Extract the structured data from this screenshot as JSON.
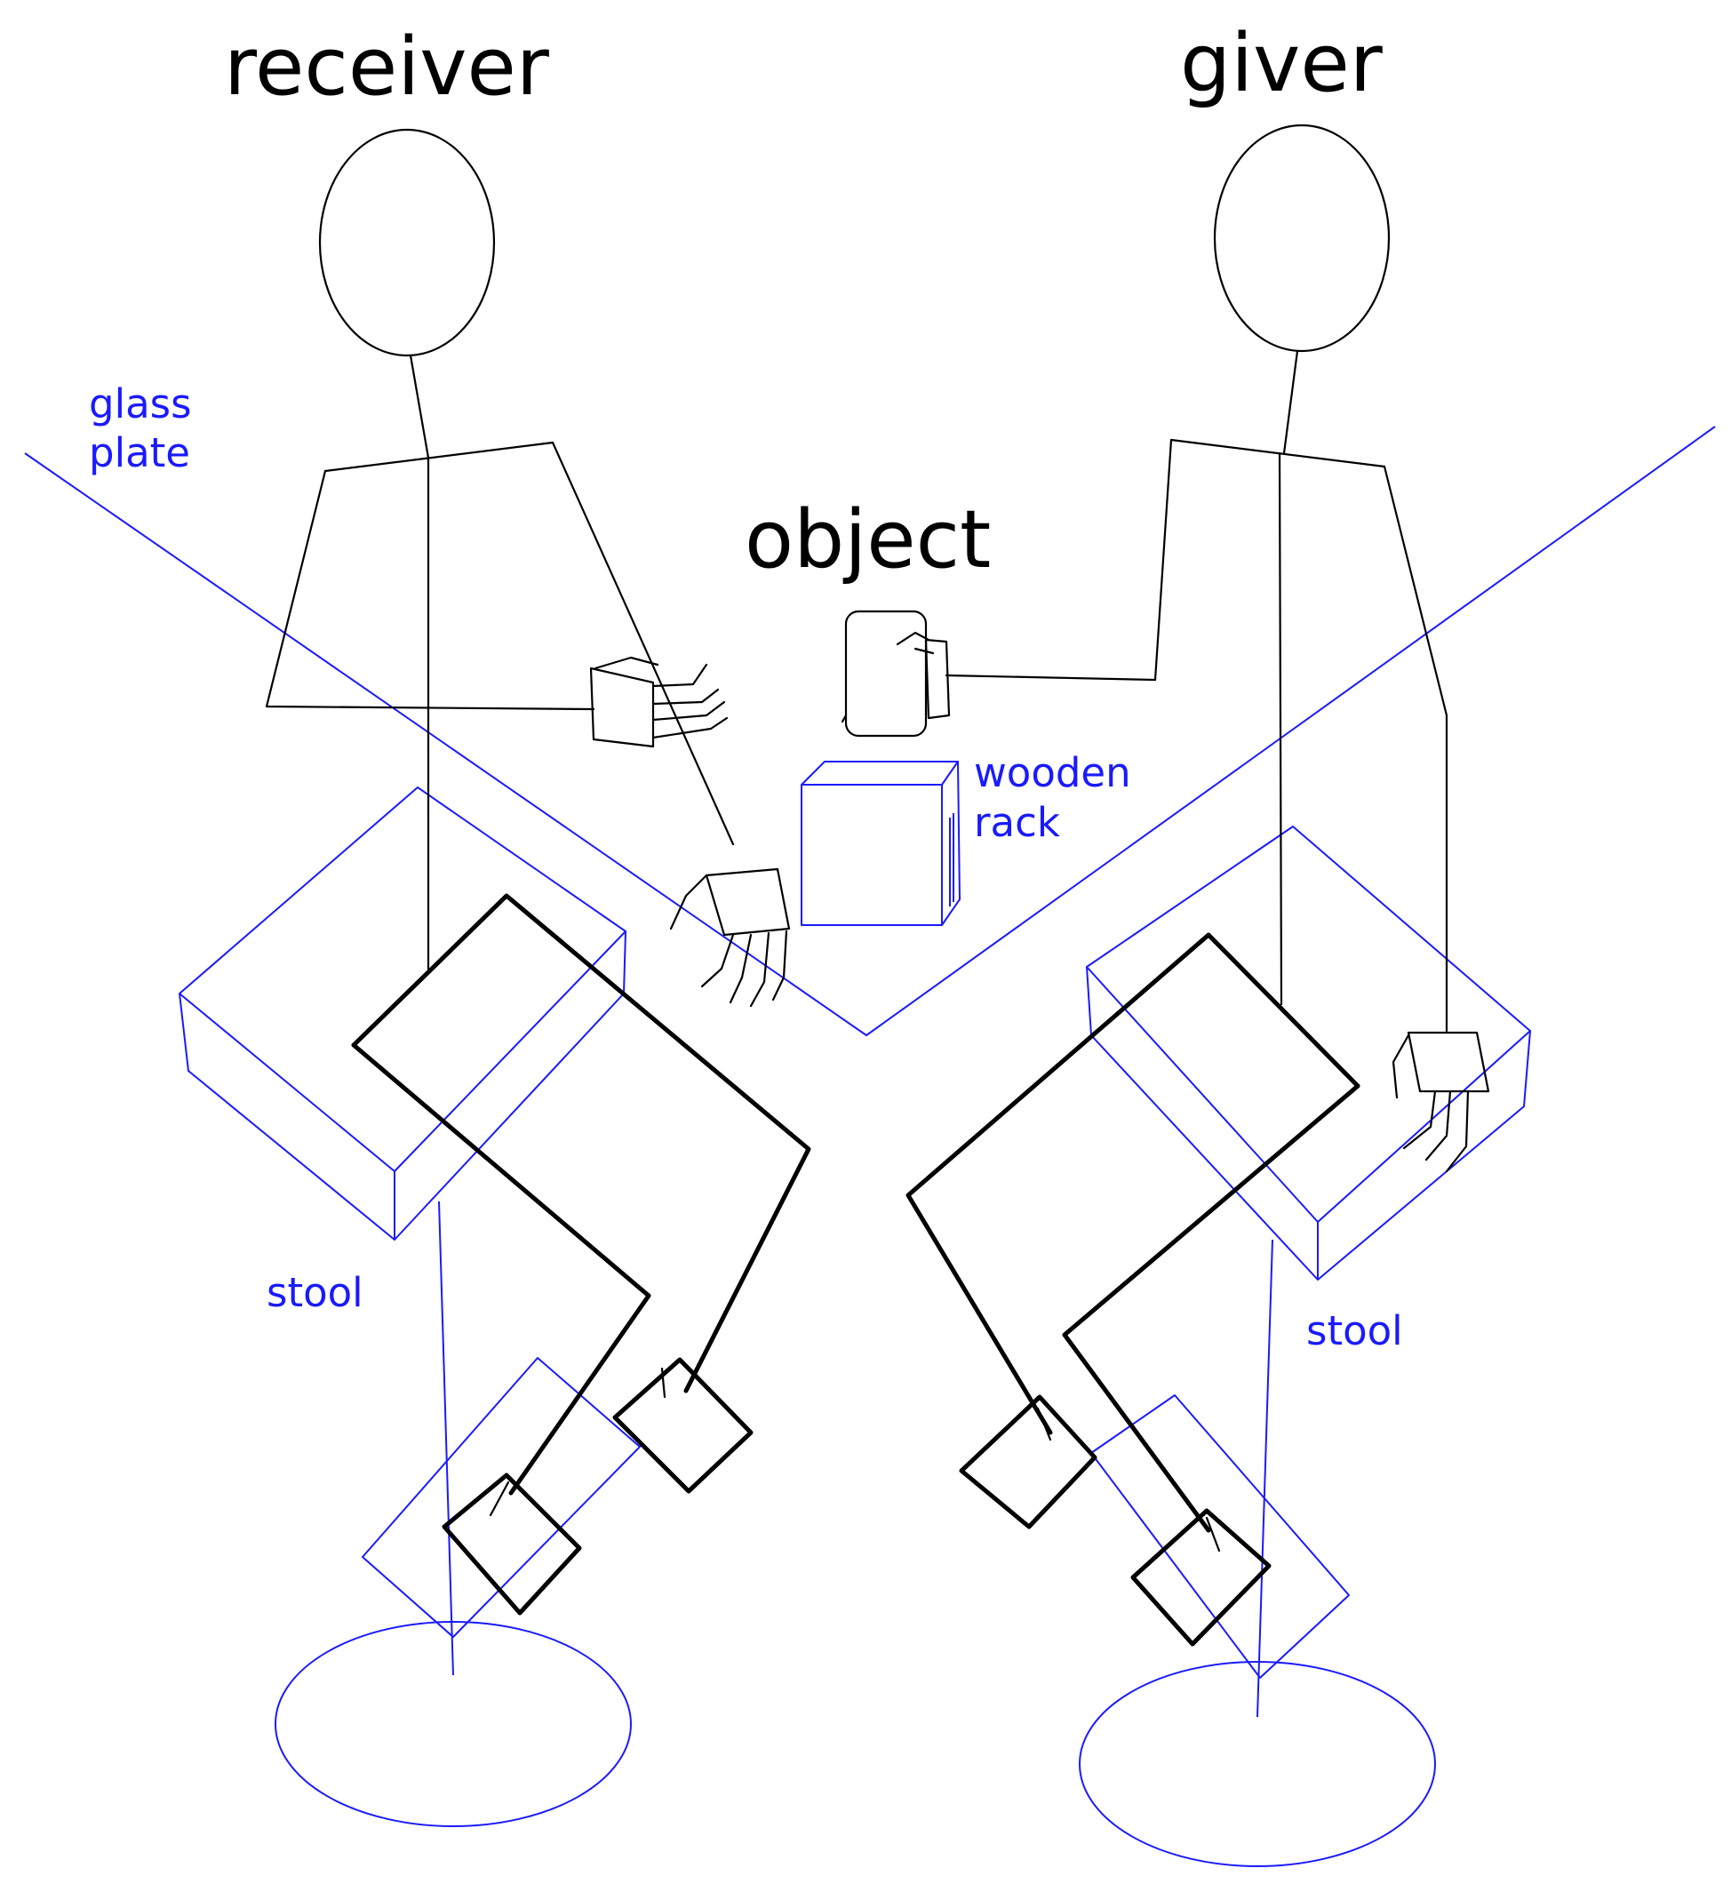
{
  "labels": {
    "receiver": "receiver",
    "giver": "giver",
    "object": "object",
    "glass_plate": [
      "glass",
      "plate"
    ],
    "wooden_rack": [
      "wooden",
      "rack"
    ],
    "stool_left": "stool",
    "stool_right": "stool"
  },
  "colors": {
    "figure": "#000000",
    "props": "#1a1aff",
    "background": "#ffffff"
  }
}
